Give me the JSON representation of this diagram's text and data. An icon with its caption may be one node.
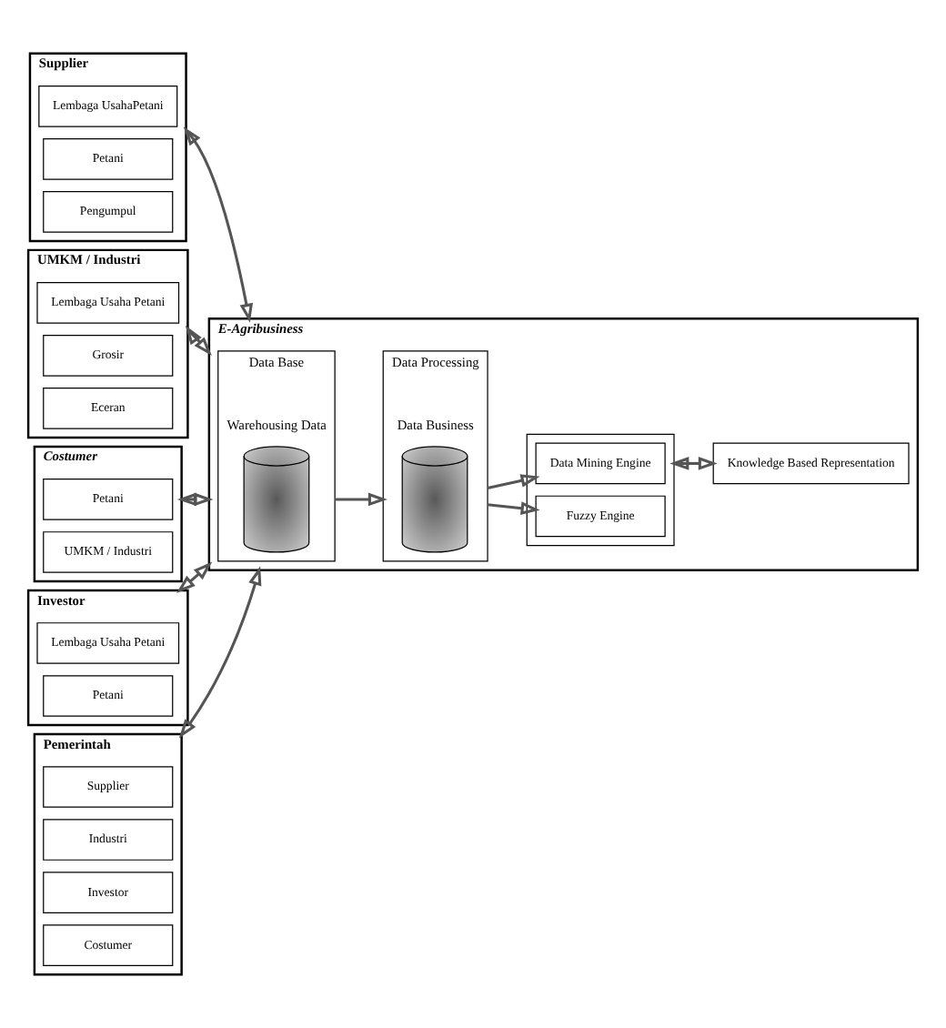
{
  "diagram": {
    "nodes": [
      {
        "text": [
          "Supplier"
        ]
      },
      {
        "text": [
          "Lembaga UsahaPetani"
        ],
        "in": 0
      },
      {
        "text": [
          "Petani"
        ],
        "in": 0
      },
      {
        "text": [
          "Pengumpul"
        ],
        "in": 0
      },
      {
        "text": [
          "UMKM / Industri"
        ]
      },
      {
        "text": [
          "Lembaga Usaha Petani"
        ],
        "in": 4
      },
      {
        "text": [
          "Grosir"
        ],
        "in": 4
      },
      {
        "text": [
          "Eceran"
        ],
        "in": 4
      },
      {
        "text": [
          "Costumer"
        ]
      },
      {
        "text": [
          "Petani"
        ],
        "in": 8
      },
      {
        "text": [
          "UMKM / Industri"
        ],
        "in": 8
      },
      {
        "text": [
          "Investor"
        ]
      },
      {
        "text": [
          "Lembaga Usaha Petani"
        ],
        "in": 11
      },
      {
        "text": [
          "Petani"
        ],
        "in": 11
      },
      {
        "text": [
          "Pemerintah"
        ]
      },
      {
        "text": [
          "Supplier"
        ],
        "in": 14
      },
      {
        "text": [
          "Industri"
        ],
        "in": 14
      },
      {
        "text": [
          "Investor"
        ],
        "in": 14
      },
      {
        "text": [
          "Costumer"
        ],
        "in": 14
      },
      {
        "text": [
          "E-Agribusiness"
        ]
      },
      {
        "text": [
          "Data Base",
          "Warehousing Data"
        ],
        "in": 19
      },
      {
        "text": [],
        "shape": "cylinder",
        "in": 20
      },
      {
        "text": [
          "Data Processing",
          "Data Business"
        ],
        "in": 19
      },
      {
        "text": [],
        "shape": "cylinder",
        "in": 22
      },
      {
        "text": [],
        "shape": "box",
        "in": 19
      },
      {
        "text": [
          "Data Mining Engine"
        ],
        "in": 24
      },
      {
        "text": [
          "Fuzzy Engine"
        ],
        "in": 24
      },
      {
        "text": [
          "Knowledge Based Representation"
        ],
        "in": 19
      }
    ],
    "edges": [
      {
        "from": 0,
        "to": 19,
        "arrow": "both"
      },
      {
        "from": 4,
        "to": 19,
        "arrow": "both"
      },
      {
        "from": 8,
        "to": 19,
        "arrow": "both"
      },
      {
        "from": 11,
        "to": 19,
        "arrow": "both"
      },
      {
        "from": 14,
        "to": 19,
        "arrow": "both"
      },
      {
        "from": 20,
        "to": 22,
        "arrow": "to"
      },
      {
        "from": 22,
        "to": 25,
        "arrow": "to"
      },
      {
        "from": 22,
        "to": 26,
        "arrow": "to"
      },
      {
        "from": 24,
        "to": 27,
        "arrow": "both"
      }
    ]
  }
}
